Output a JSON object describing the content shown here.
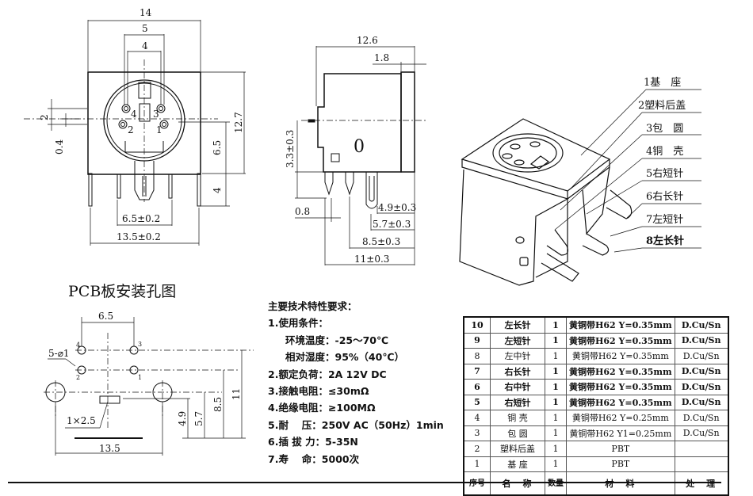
{
  "front_view": {
    "dims": {
      "width_total": "14",
      "pin_spacing_outer": "5",
      "pin_spacing_inner": "4",
      "height": "12.7",
      "center_height": "6.5",
      "pin_length": "4",
      "left_offset": "2",
      "offset_small": "0.4",
      "pin_span_inner": "6.5±0.2",
      "pin_span_outer": "13.5±0.2"
    },
    "pin_numbers": [
      "1",
      "2",
      "3",
      "4"
    ]
  },
  "side_view": {
    "dims": {
      "depth": "12.6",
      "flange": "1.8",
      "center_to_base": "3.3±0.3",
      "pin_width": "0.8",
      "d1": "4.9±0.3",
      "d2": "5.7±0.3",
      "d3": "8.5±0.3",
      "d4": "11±0.3"
    },
    "mark": "0"
  },
  "callouts": [
    "1基　座",
    "2塑料后盖",
    "3包　圆",
    "4铜　壳",
    "5右短针",
    "6右长针",
    "7左短针",
    "8左长针"
  ],
  "pcb": {
    "title": "PCB板安装孔图",
    "dims": {
      "hole_spacing": "6.5",
      "holes": "5-⌀1",
      "slot": "1×2.5",
      "span": "13.5",
      "h1": "4.9",
      "h2": "5.7",
      "h3": "8.5",
      "h4": "11"
    },
    "pin_numbers": [
      "1",
      "2",
      "3",
      "4"
    ]
  },
  "specs": {
    "title": "主要技术特性要求：",
    "lines": [
      "1.使用条件：",
      "环境温度：-25～70℃",
      "相对湿度：95%（40℃）",
      "2.额定负荷：2A 12V DC",
      "3.接触电阻：≤30mΩ",
      "4.绝缘电阻：≥100MΩ",
      "5.耐　 压：250V AC（50Hz）1min",
      "6.插 拔 力：5-35N",
      "7.寿　 命：5000次"
    ]
  },
  "bom": {
    "rows": [
      [
        "10",
        "左长针",
        "1",
        "黄铜带H62 Y=0.35mm",
        "D.Cu/Sn"
      ],
      [
        "9",
        "左短针",
        "1",
        "黄铜带H62 Y=0.35mm",
        "D.Cu/Sn"
      ],
      [
        "8",
        "左中针",
        "1",
        "黄铜带H62 Y=0.35mm",
        "D.Cu/Sn"
      ],
      [
        "7",
        "右长针",
        "1",
        "黄铜带H62 Y=0.35mm",
        "D.Cu/Sn"
      ],
      [
        "6",
        "右中针",
        "1",
        "黄铜带H62 Y=0.35mm",
        "D.Cu/Sn"
      ],
      [
        "5",
        "右短针",
        "1",
        "黄铜带H62 Y=0.35mm",
        "D.Cu/Sn"
      ],
      [
        "4",
        "铜 壳",
        "1",
        "黄铜带H62 Y=0.25mm",
        "D.Cu/Sn"
      ],
      [
        "3",
        "包 圆",
        "1",
        "黄铜带H62 Y1=0.25mm",
        "D.Cu/Sn"
      ],
      [
        "2",
        "塑料后盖",
        "1",
        "PBT",
        ""
      ],
      [
        "1",
        "基 座",
        "1",
        "PBT",
        ""
      ]
    ],
    "header": [
      "序号",
      "名　称",
      "数量",
      "材　料",
      "处　理"
    ]
  }
}
